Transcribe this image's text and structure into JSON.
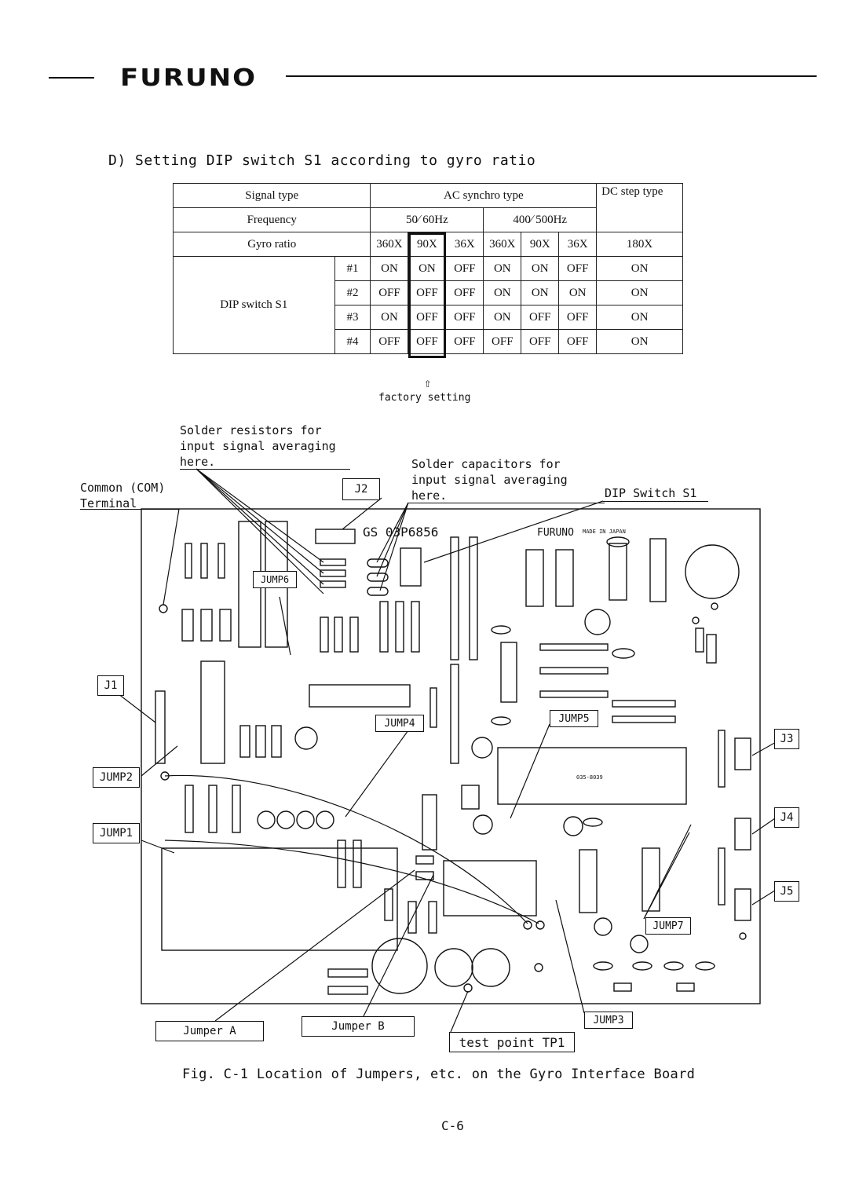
{
  "header": {
    "brand": "FURUNO"
  },
  "section_title": "D) Setting DIP switch S1 according to gyro ratio",
  "dip_table": {
    "signal_type_label": "Signal type",
    "ac_synchro_type": "AC synchro type",
    "dc_step_type": "DC step type",
    "frequency_label": "Frequency",
    "freq_50_60": "50∕ 60Hz",
    "freq_400_500": "400∕ 500Hz",
    "gyro_ratio_label": "Gyro ratio",
    "dip_switch_label": "DIP switch S1",
    "ratios": [
      "360X",
      "90X",
      "36X",
      "360X",
      "90X",
      "36X",
      "180X"
    ],
    "rows": [
      {
        "switch": "#1",
        "values": [
          "ON",
          "ON",
          "OFF",
          "ON",
          "ON",
          "OFF",
          "ON"
        ]
      },
      {
        "switch": "#2",
        "values": [
          "OFF",
          "OFF",
          "OFF",
          "ON",
          "ON",
          "ON",
          "ON"
        ]
      },
      {
        "switch": "#3",
        "values": [
          "ON",
          "OFF",
          "OFF",
          "ON",
          "OFF",
          "OFF",
          "ON"
        ]
      },
      {
        "switch": "#4",
        "values": [
          "OFF",
          "OFF",
          "OFF",
          "OFF",
          "OFF",
          "OFF",
          "ON"
        ]
      }
    ]
  },
  "factory_arrow": "⇧",
  "factory_setting": "factory setting",
  "callouts": {
    "solder_resistors": "Solder resistors for\ninput signal averaging\nhere.",
    "solder_capacitors": "Solder capacitors for\ninput signal averaging\nhere.",
    "common_terminal": "Common (COM)\nTerminal",
    "dip_switch_s1": "DIP Switch S1",
    "j1": "J1",
    "j2": "J2",
    "j3": "J3",
    "j4": "J4",
    "j5": "J5",
    "jump1": "JUMP1",
    "jump2": "JUMP2",
    "jump3": "JUMP3",
    "jump4": "JUMP4",
    "jump5": "JUMP5",
    "jump6": "JUMP6",
    "jump7": "JUMP7",
    "jumper_a": "Jumper A",
    "jumper_b": "Jumper B",
    "test_point": "test point TP1"
  },
  "board": {
    "part_number": "GS 03P6856",
    "maker": "FURUNO",
    "made_in": "MADE IN JAPAN",
    "chip_label": "035-8039"
  },
  "caption": "Fig. C-1 Location of Jumpers, etc. on the Gyro Interface Board",
  "page_number": "C-6"
}
